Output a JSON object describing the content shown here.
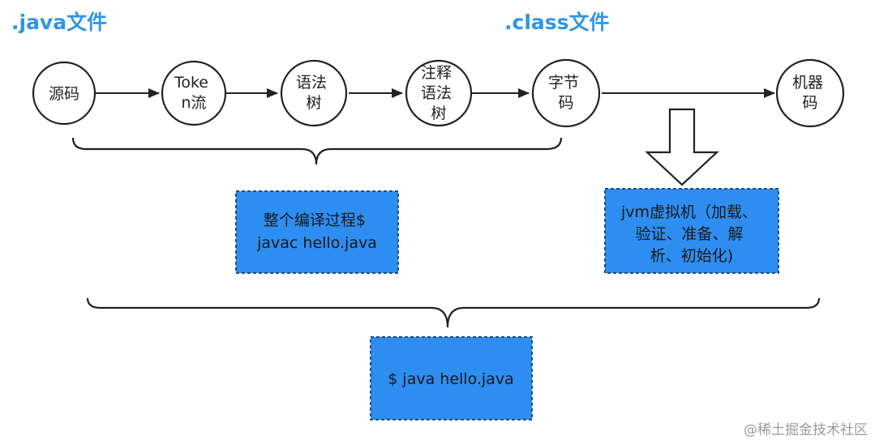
{
  "labels": {
    "java_file": ".java文件",
    "class_file": ".class文件"
  },
  "nodes": [
    {
      "id": "source",
      "lines": [
        "源码"
      ]
    },
    {
      "id": "token",
      "lines": [
        "Toke",
        "n流"
      ]
    },
    {
      "id": "syntax-tree",
      "lines": [
        "语法",
        "树"
      ]
    },
    {
      "id": "annotated-tree",
      "lines": [
        "注释",
        "语法",
        "树"
      ]
    },
    {
      "id": "bytecode",
      "lines": [
        "字节",
        "码"
      ]
    },
    {
      "id": "machine-code",
      "lines": [
        "机器",
        "码"
      ]
    }
  ],
  "boxes": {
    "compile": {
      "lines": [
        "整个编译过程$",
        "javac hello.java"
      ]
    },
    "jvm": {
      "lines": [
        "jvm虚拟机（加载、",
        "验证、准备、解",
        "析、初始化)"
      ]
    },
    "run": {
      "lines": [
        "$ java hello.java"
      ]
    }
  },
  "watermark": "@稀土掘金技术社区",
  "colors": {
    "file_label": "#2e96e6",
    "box_fill": "#2e8df0",
    "box_border": "#1d4f8a",
    "stroke": "#222222",
    "watermark": "#9a9a9a"
  }
}
